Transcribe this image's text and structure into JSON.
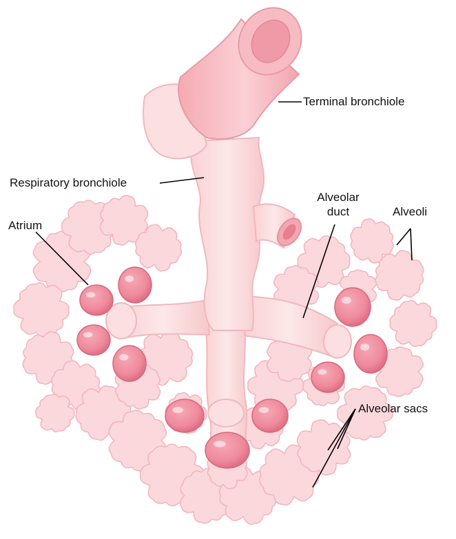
{
  "diagram": {
    "labels": {
      "terminal_bronchiole": "Terminal bronchiole",
      "respiratory_bronchiole": "Respiratory bronchiole",
      "alveolar_duct_line1": "Alveolar",
      "alveolar_duct_line2": "duct",
      "alveoli": "Alveoli",
      "atrium": "Atrium",
      "alveolar_sacs": "Alveolar sacs"
    },
    "colors": {
      "tissue_pale": "#fbd8dc",
      "tissue_outline": "#f2b4bd",
      "airway": "#fcdfe0",
      "airway_outline": "#efb8bd",
      "bronchiole": "#f7b9c0",
      "sac": "#ee8a9c",
      "sac_dark": "#e06d83",
      "highlight": "#ffffff",
      "leader_line": "#000000"
    }
  }
}
